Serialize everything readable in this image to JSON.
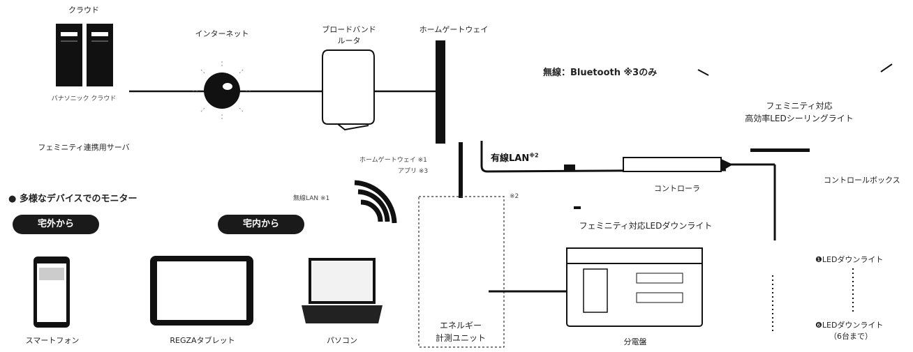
{
  "cloud": {
    "title": "クラウド",
    "sublabel": "パナソニック クラウド",
    "server_label": "フェミニティ連携用サーバ"
  },
  "internet": {
    "label": "インターネット"
  },
  "router": {
    "label_line1": "ブロードバンド",
    "label_line2": "ルータ"
  },
  "gateway": {
    "label": "ホームゲートウェイ",
    "note_line1": "ホームゲートウェイ ※1",
    "note_line2": "アプリ ※3"
  },
  "wireless": {
    "label": "無線：Bluetooth ※3のみ"
  },
  "wired": {
    "label": "有線LAN",
    "sup": "※2"
  },
  "controller": {
    "label": "コントローラ",
    "note": "※2"
  },
  "wifi": {
    "note": "無線LAN ※1"
  },
  "ceiling_light": {
    "label_line1": "フェミニティ対応",
    "label_line2": "高効率LEDシーリングライト"
  },
  "controlbox": {
    "label": "コントロールボックス"
  },
  "downlight": {
    "label": "フェミニティ対応LEDダウンライト"
  },
  "downlight_list": {
    "item1": "❶LEDダウンライト",
    "item2": "❻LEDダウンライト",
    "item2_note": "（6台まで）"
  },
  "monitor": {
    "heading": "● 多様なデバイスでのモニター",
    "outside_label": "宅外から",
    "inside_label": "宅内から"
  },
  "devices": {
    "smartphone": "スマートフォン",
    "tablet": "REGZAタブレット",
    "pc": "パソコン"
  },
  "energy_unit": {
    "label_line1": "エネルギー",
    "label_line2": "計測ユニット"
  },
  "panel": {
    "label": "分電盤"
  }
}
